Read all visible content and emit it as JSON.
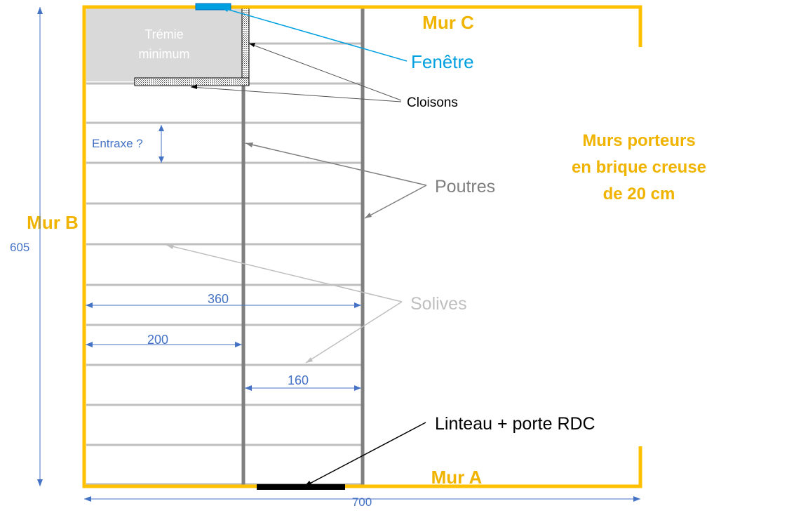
{
  "labels": {
    "mur_a": "Mur A",
    "mur_b": "Mur B",
    "mur_c": "Mur C",
    "murs_porteurs": [
      "Murs porteurs",
      "en brique creuse",
      "de 20 cm"
    ],
    "tremie": [
      "Trémie",
      "minimum"
    ],
    "fenetre": "Fenêtre",
    "cloisons": "Cloisons",
    "entraxe": "Entraxe ?",
    "poutres": "Poutres",
    "solives": "Solives",
    "linteau": "Linteau + porte RDC"
  },
  "dimensions": {
    "total_width": "700",
    "total_height": "605",
    "beam1_span": "360",
    "beam2_span": "200",
    "between_beams": "160"
  },
  "colors": {
    "wall": "#FFC000",
    "wall_text": "#F0B400",
    "beam": "#7F7F7F",
    "joist": "#BFBFBF",
    "dimension": "#4472C4",
    "window": "#00A0E0",
    "tremie_fill": "#D9D9D9",
    "lintel": "#000000"
  }
}
